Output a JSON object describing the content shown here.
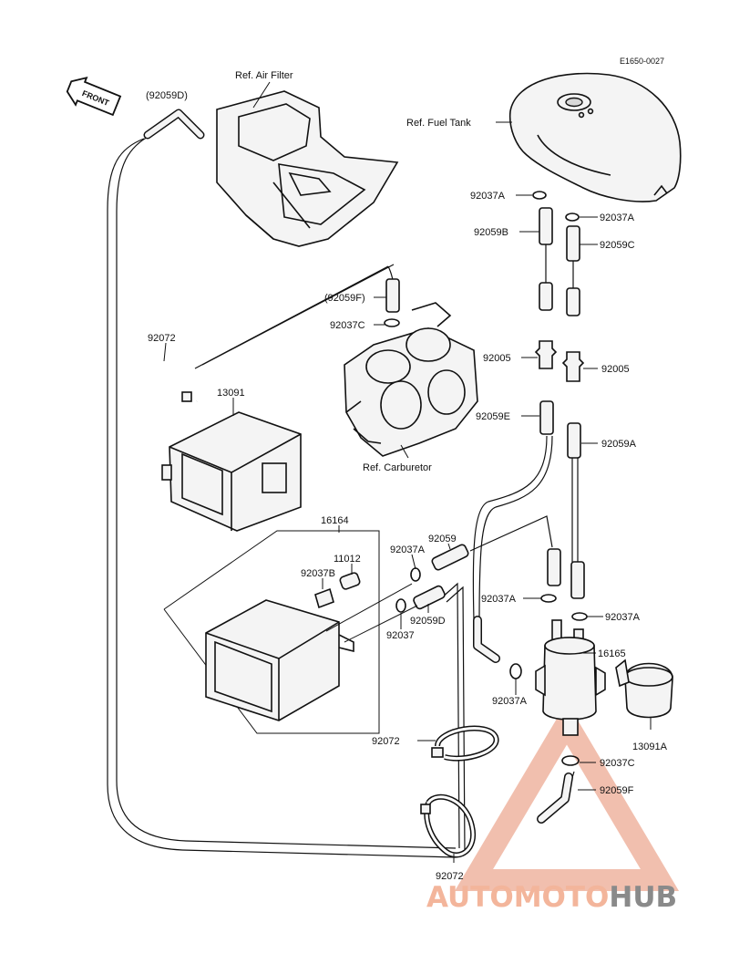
{
  "diagram_code": "E1650-0027",
  "front_badge": "FRONT",
  "labels": {
    "ref_air_filter": "Ref. Air Filter",
    "ref_fuel_tank": "Ref. Fuel Tank",
    "ref_carburetor": "Ref. Carburetor",
    "p_92059D_top": "(92059D)",
    "p_92037A_1": "92037A",
    "p_92037A_2": "92037A",
    "p_92059B": "92059B",
    "p_92059C": "92059C",
    "p_92059F_top": "(92059F)",
    "p_92037C_top": "92037C",
    "p_92072_top": "92072",
    "p_92005_left": "92005",
    "p_92005_right": "92005",
    "p_13091": "13091",
    "p_92059E": "92059E",
    "p_92059A": "92059A",
    "p_16164": "16164",
    "p_92059": "92059",
    "p_92037A_3": "92037A",
    "p_11012": "11012",
    "p_92037B": "92037B",
    "p_92037A_4": "92037A",
    "p_92037A_5": "92037A",
    "p_92059D": "92059D",
    "p_92037": "92037",
    "p_16165": "16165",
    "p_92037A_6": "92037A",
    "p_13091A": "13091A",
    "p_92072_mid": "92072",
    "p_92037C": "92037C",
    "p_92059F": "92059F",
    "p_92072_bottom": "92072"
  },
  "watermark": {
    "part1": "AUTOMOTO",
    "part2": "HUB",
    "color_light": "#f3b59b",
    "color_gray": "#8a8a8a"
  }
}
